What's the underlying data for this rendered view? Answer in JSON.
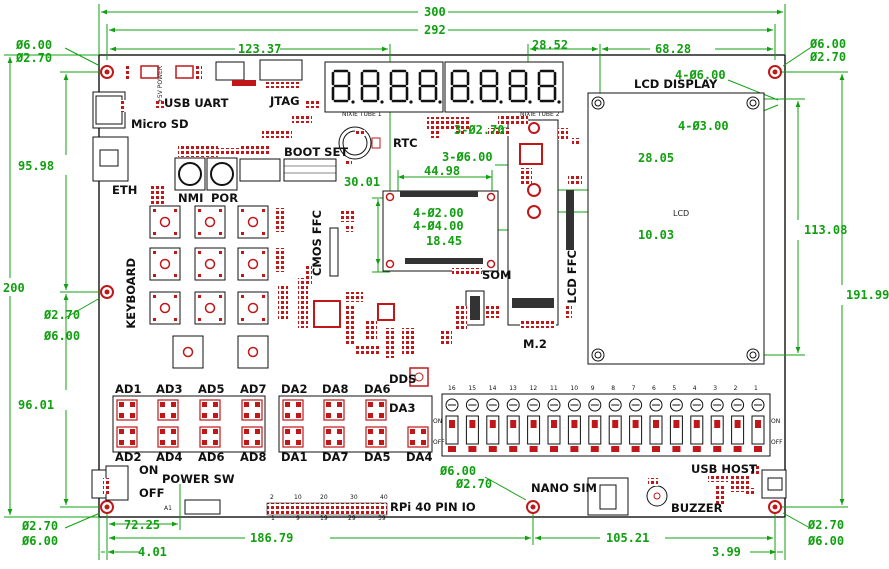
{
  "dimensions": {
    "width_total": "300",
    "width_inner": "292",
    "usb_offset": "123.37",
    "m2_offset": "28.52",
    "lcd_offset": "68.28",
    "left_top_hole_d": "Ø6.00",
    "left_top_hole_d2": "Ø2.70",
    "right_top_hole_d": "Ø6.00",
    "right_top_hole_d2": "Ø2.70",
    "lcd_holes_outer": "4-Ø6.00",
    "lcd_holes_inner": "4-Ø3.00",
    "m2_holes_a": "3-Ø2.70",
    "m2_holes_b": "3-Ø6.00",
    "lcd_v1": "28.05",
    "lcd_v2": "10.03",
    "lcd_height": "113.08",
    "right_height": "191.99",
    "som_w": "44.98",
    "som_h": "30.01",
    "som_holes_a": "4-Ø2.00",
    "som_holes_b": "4-Ø4.00",
    "som_sub": "18.45",
    "left_upper": "95.98",
    "left_total": "200",
    "left_mid_hole_d1": "Ø2.70",
    "left_mid_hole_d2": "Ø6.00",
    "left_lower": "96.01",
    "bottom_hole_d1": "Ø6.00",
    "bottom_hole_d2": "Ø2.70",
    "left_bottom_hole_d1": "Ø2.70",
    "left_bottom_hole_d2": "Ø6.00",
    "right_bottom_hole_d1": "Ø2.70",
    "right_bottom_hole_d2": "Ø6.00",
    "bottom_pwr": "72.25",
    "bottom_left": "4.01",
    "bottom_mid": "186.79",
    "bottom_right": "105.21",
    "bottom_right_edge": "3.99"
  },
  "labels": {
    "usb_uart": "USB UART",
    "jtag": "JTAG",
    "micro_sd": "Micro SD",
    "eth": "ETH",
    "boot_set": "BOOT SET",
    "rtc": "RTC",
    "nmi": "NMI",
    "por": "POR",
    "keyboard": "KEYBOARD",
    "cmos_ffc": "CMOS FFC",
    "som": "SOM",
    "lcd_display": "LCD DISPLAY",
    "lcd": "LCD",
    "lcd_ffc": "LCD FFC",
    "m2": "M.2",
    "dds": "DDS",
    "da3": "DA3",
    "power_sw": "POWER SW",
    "on": "ON",
    "off": "OFF",
    "rpi_io": "RPi 40 PIN IO",
    "nano_sim": "NANO SIM",
    "buzzer": "BUZZER",
    "usb_host": "USB HOST",
    "nixie1": "NIXIE TUBE 1",
    "nixie2": "NIXIE TUBE 2",
    "power_5v": "+5V POWER",
    "a1": "A1",
    "ad_top": [
      "AD1",
      "AD3",
      "AD5",
      "AD7"
    ],
    "ad_bottom": [
      "AD2",
      "AD4",
      "AD6",
      "AD8"
    ],
    "da_top": [
      "DA2",
      "DA8",
      "DA6"
    ],
    "da_bottom": [
      "DA1",
      "DA7",
      "DA5",
      "DA4"
    ],
    "switch_numbers": [
      "16",
      "15",
      "14",
      "13",
      "12",
      "11",
      "10",
      "9",
      "8",
      "7",
      "6",
      "5",
      "4",
      "3",
      "2",
      "1"
    ],
    "rpi_pins_top": [
      "2",
      "10",
      "20",
      "30",
      "40"
    ],
    "rpi_pins_bottom": [
      "1",
      "9",
      "19",
      "29",
      "39"
    ],
    "switch_on": "ON",
    "switch_off": "OFF"
  },
  "colors": {
    "dimension": "#10a010",
    "board_outline": "#111111",
    "component_red": "#c01818",
    "dark": "#333333"
  }
}
